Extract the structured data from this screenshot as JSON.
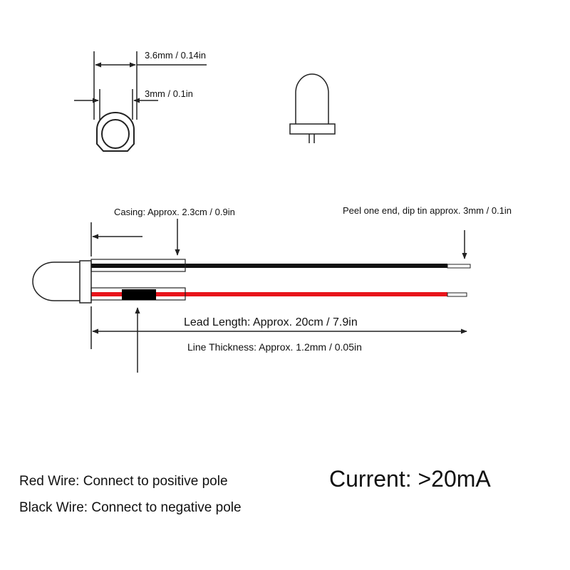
{
  "top": {
    "outer_diameter_label": "3.6mm / 0.14in",
    "inner_diameter_label": "3mm / 0.1in"
  },
  "middle": {
    "casing_label": "Casing: Approx. 2.3cm / 0.9in",
    "peel_label": "Peel one end, dip tin approx. 3mm / 0.1in",
    "lead_length_label": "Lead Length: Approx. 20cm / 7.9in",
    "line_thickness_label": "Line Thickness: Approx. 1.2mm / 0.05in"
  },
  "notes": {
    "red_wire": "Red Wire: Connect to positive pole",
    "black_wire": "Black Wire: Connect to negative pole",
    "current": "Current: >20mA"
  },
  "colors": {
    "red_wire": "#e8141b",
    "black_wire": "#111111",
    "outline": "#222222",
    "resistor": "#000000"
  }
}
